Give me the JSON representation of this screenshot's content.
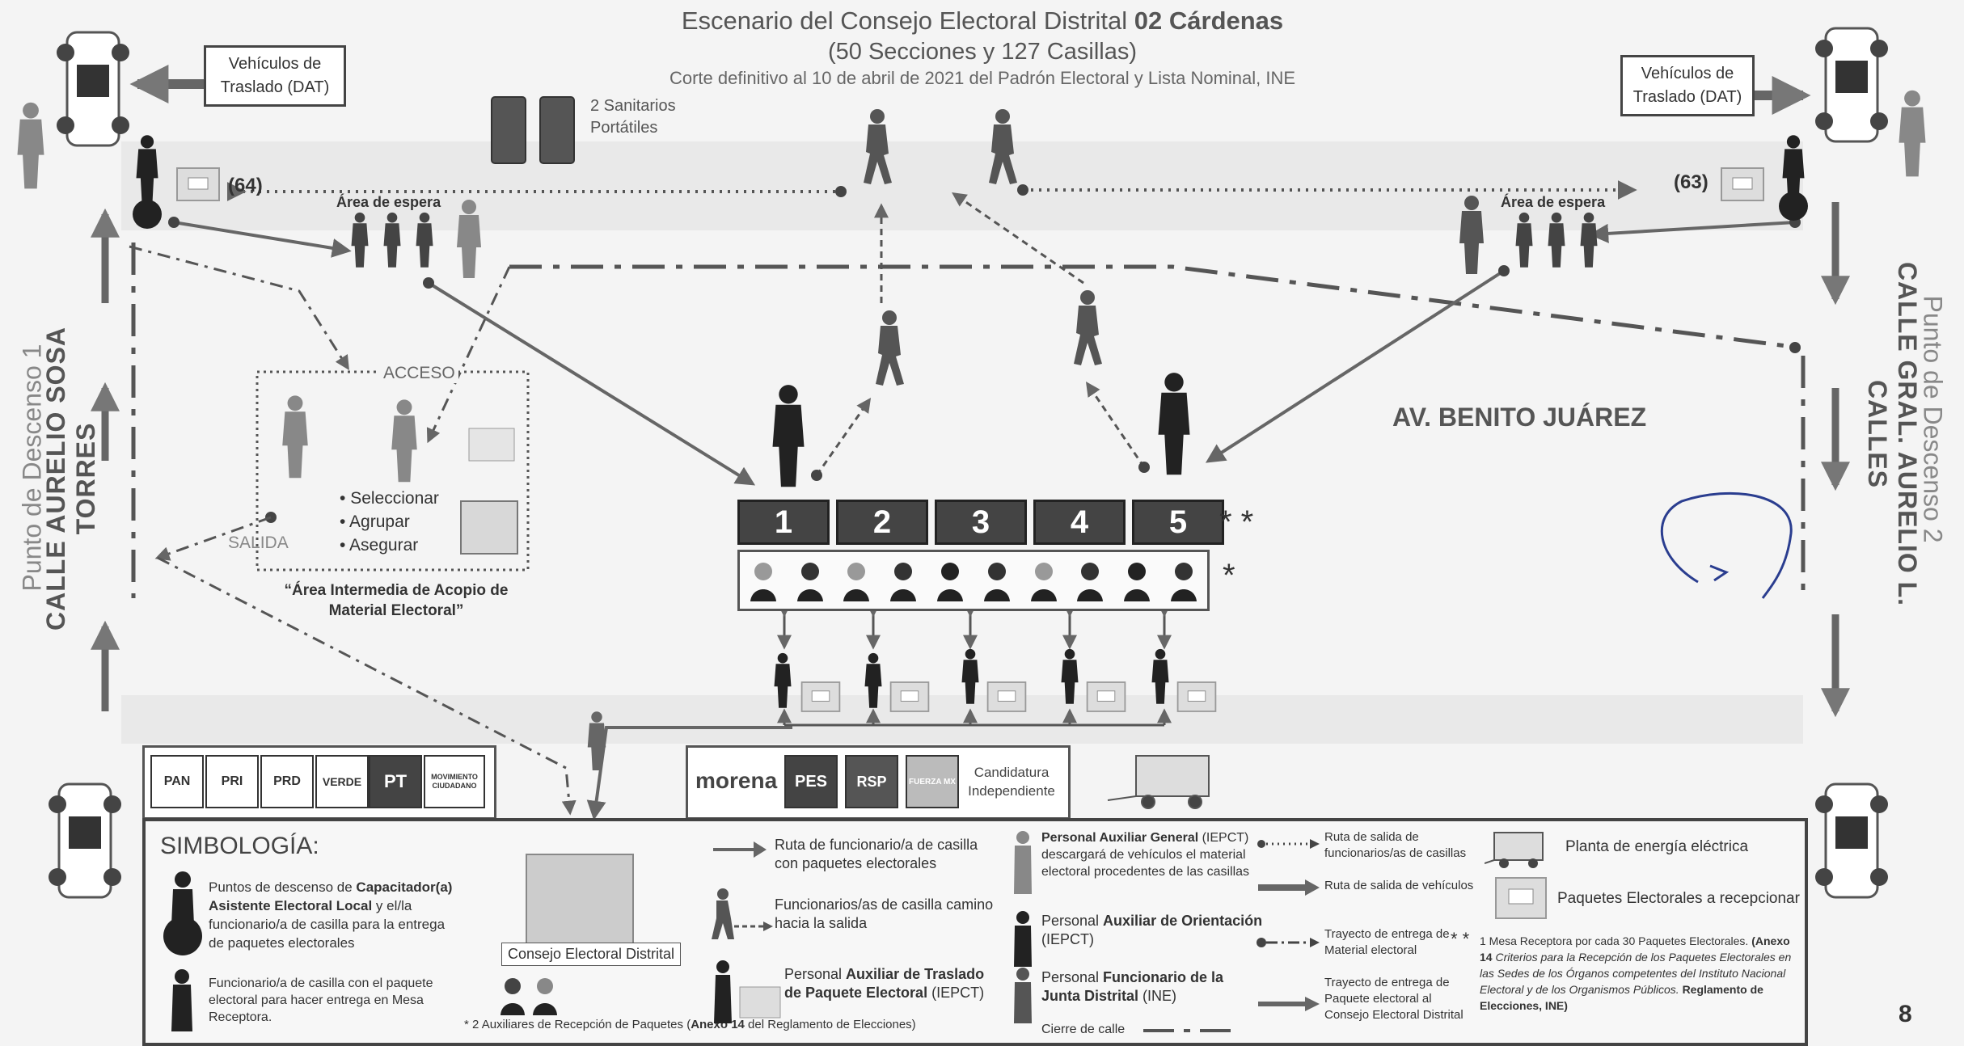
{
  "header": {
    "title_prefix": "Escenario del Consejo Electoral Distrital ",
    "title_bold": "02 Cárdenas",
    "subtitle": "(50 Secciones y 127 Casillas)",
    "note": "Corte definitivo al 10 de abril de 2021 del Padrón Electoral y Lista  Nominal, INE"
  },
  "left": {
    "vehicle_box": "Vehículos de Traslado (DAT)",
    "count": "(64)",
    "waiting_area": "Área de espera",
    "street": "CALLE AURELIO SOSA TORRES",
    "drop_point": "Punto de Descenso 1"
  },
  "right": {
    "vehicle_box": "Vehículos de Traslado (DAT)",
    "count": "(63)",
    "waiting_area": "Área de espera",
    "street": "CALLE GRAL. AURELIO L. CALLES",
    "drop_point": "Punto de Descenso 2"
  },
  "sanitarios": "2 Sanitarios Portátiles",
  "avenue": "AV. BENITO JUÁREZ",
  "acopio": {
    "acceso": "ACCESO",
    "salida": "SALIDA",
    "steps": [
      "Seleccionar",
      "Agrupar",
      "Asegurar"
    ],
    "caption": "“Área Intermedia de Acopio de Material Electoral”"
  },
  "mesas": {
    "numbers": [
      "1",
      "2",
      "3",
      "4",
      "5"
    ],
    "marker_double": "* *",
    "marker_single": "*"
  },
  "parties_left": [
    "PAN",
    "PRI",
    "PRD",
    "VERDE",
    "PT",
    "MOVIMIENTO CIUDADANO"
  ],
  "parties_right": {
    "morena": "morena",
    "pes": "PES",
    "rsp": "RSP",
    "fxm": "FUERZA MX",
    "independiente": "Candidatura Independiente"
  },
  "legend": {
    "title": "SIMBOLOGÍA:",
    "drop_desc_a": "Puntos de descenso de ",
    "drop_desc_b": "Capacitador(a) Asistente Electoral Local",
    "drop_desc_c": " y el/la funcionario/a de casilla para la entrega de paquetes electorales",
    "funcionario_desc": "Funcionario/a de casilla con el paquete electoral para hacer entrega en Mesa Receptora.",
    "consejo": "Consejo Electoral Distrital",
    "aux_note_a": "2 Auxiliares de Recepción de Paquetes (",
    "aux_note_b": "Anexo 14",
    "aux_note_c": " del Reglamento de Elecciones)",
    "ruta_funcionario": "Ruta de funcionario/a de casilla con paquetes electorales",
    "funcionarios_salida": "Funcionarios/as de casilla camino hacia la salida",
    "aux_traslado_a": "Personal ",
    "aux_traslado_b": "Auxiliar de Traslado de Paquete Electoral",
    "aux_traslado_c": " (IEPCT)",
    "aux_general_a": "Personal Auxiliar General",
    "aux_general_b": " (IEPCT) descargará de vehículos el material electoral procedentes de las casillas",
    "aux_orientacion_a": "Personal ",
    "aux_orientacion_b": "Auxiliar de Orientación",
    "aux_orientacion_c": " (IEPCT)",
    "funcionario_junta_a": "Personal ",
    "funcionario_junta_b": "Funcionario de la Junta Distrital",
    "funcionario_junta_c": " (INE)",
    "cierre": "Cierre de calle",
    "ruta_salida": "Ruta de salida de funcionarios/as de casillas",
    "ruta_vehiculos": "Ruta de salida de vehículos",
    "trayecto_material": "Trayecto de entrega de Material electoral",
    "trayecto_paquete": "Trayecto de entrega de Paquete electoral al Consejo Electoral Distrital",
    "planta": "Planta de energía eléctrica",
    "paquetes": "Paquetes Electorales a recepcionar",
    "mesa_note_mark": "* *",
    "mesa_note_a": "1 Mesa Receptora por cada 30 Paquetes Electorales. ",
    "mesa_note_b": "(Anexo 14",
    "mesa_note_c": " Criterios para la Recepción de los Paquetes Electorales en las Sedes de los Órganos competentes del Instituto Nacional Electoral y de los Organismos Públicos. ",
    "mesa_note_d": "Reglamento de Elecciones, INE)"
  },
  "page_number": "8",
  "colors": {
    "arrow": "#666666",
    "mesa_fill": "#444444",
    "signature": "#2a3d8f"
  }
}
